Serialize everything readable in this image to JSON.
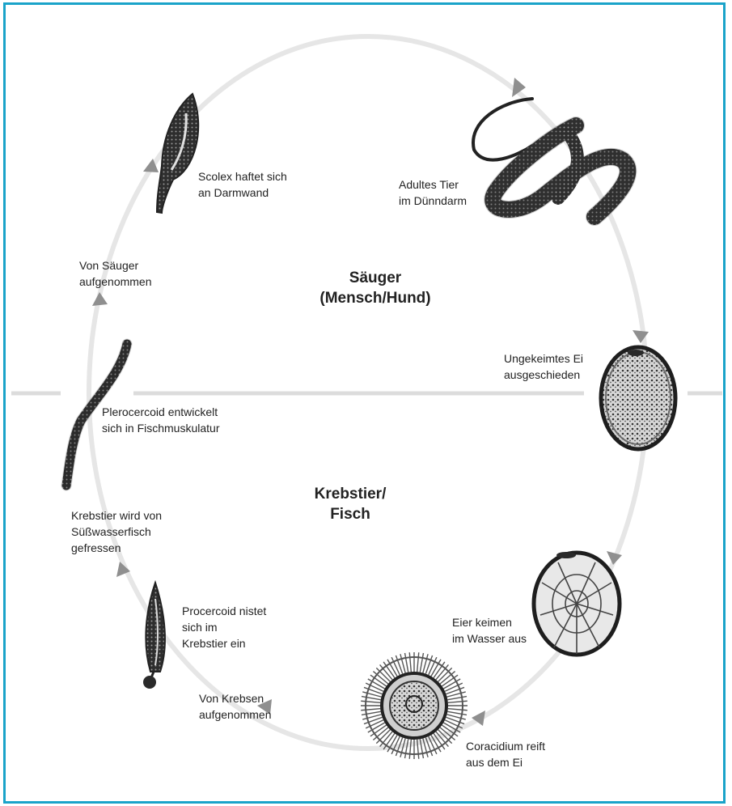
{
  "hosts": {
    "upper": "Säuger\n(Mensch/Hund)",
    "lower": "Krebstier/\nFisch"
  },
  "stages": [
    {
      "id": "scolex",
      "label": "Scolex haftet sich\nan Darmwand"
    },
    {
      "id": "adult",
      "label": "Adultes Tier\nim Dünndarm"
    },
    {
      "id": "egg",
      "label": "Ungekeimtes Ei\nausgeschieden"
    },
    {
      "id": "embryonated",
      "label": "Eier keimen\nim Wasser aus"
    },
    {
      "id": "coracidium",
      "label": "Coracidium reift\naus dem Ei"
    },
    {
      "id": "eaten-crab",
      "label": "Von Krebsen\naufgenommen"
    },
    {
      "id": "procercoid",
      "label": "Procercoid nistet\nsich im\nKrebstier ein"
    },
    {
      "id": "eaten-fish",
      "label": "Krebstier wird von\nSüßwasserfisch\ngefressen"
    },
    {
      "id": "plerocercoid",
      "label": "Plerocercoid entwickelt\nsich in Fischmuskulatur"
    },
    {
      "id": "eaten-mammal",
      "label": "Von Säuger\naufgenommen"
    }
  ],
  "colors": {
    "frame": "#1aa3c9",
    "cycle": "#e6e6e6",
    "arrow": "#8f8f8f",
    "ink": "#3a3a3a"
  }
}
